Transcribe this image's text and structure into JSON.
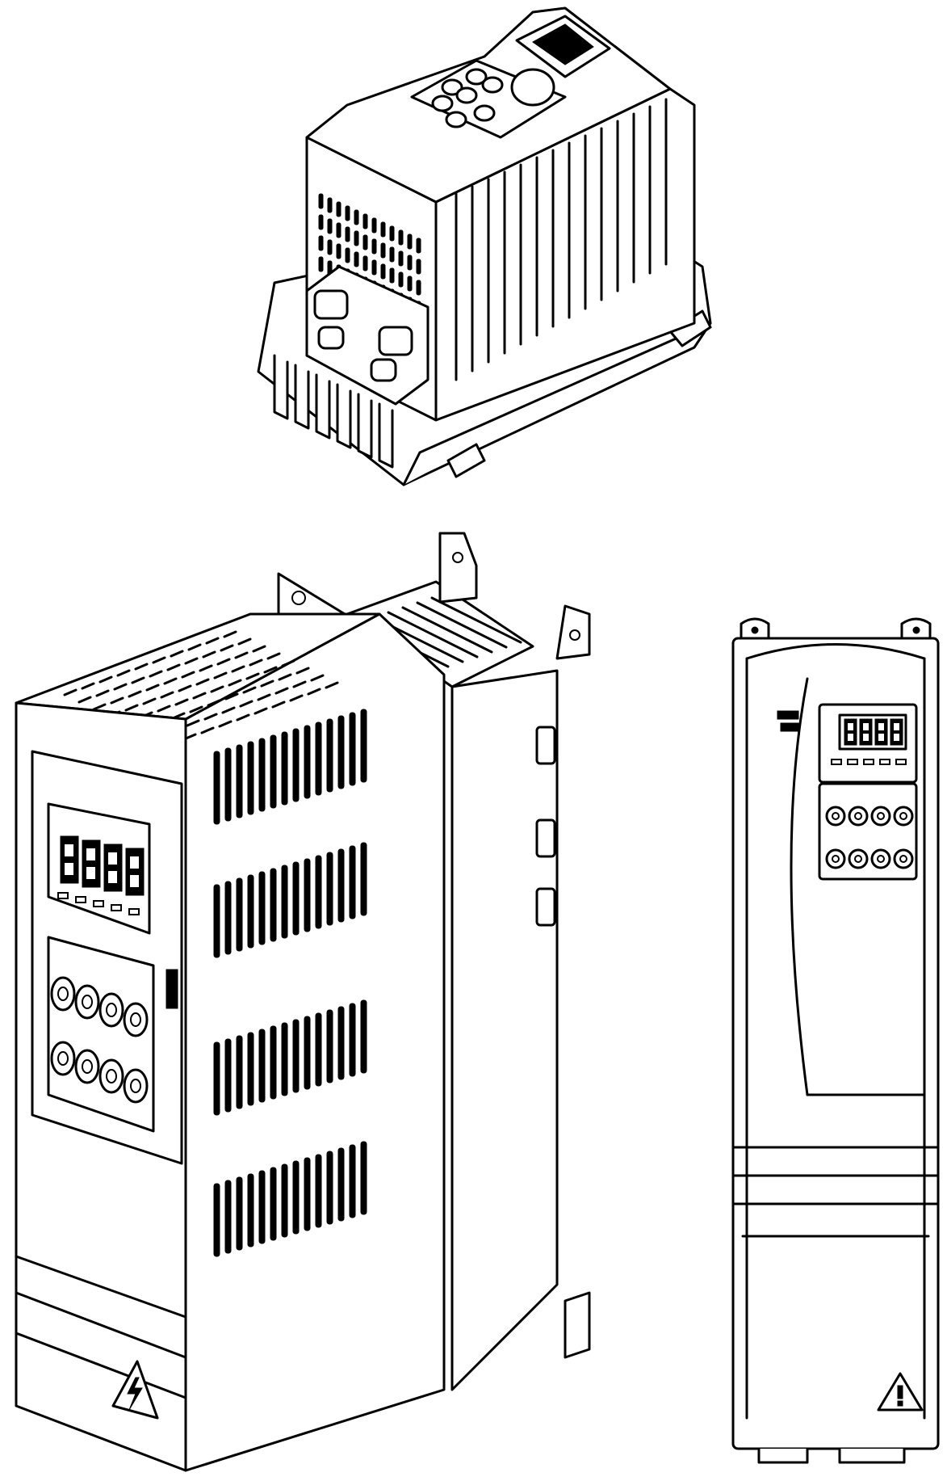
{
  "figure": {
    "kind": "line-art drawing",
    "drawn_units": 3,
    "icons": [
      "keypad-button",
      "seven-segment-display",
      "warning-triangle-icon",
      "high-voltage-icon"
    ]
  }
}
